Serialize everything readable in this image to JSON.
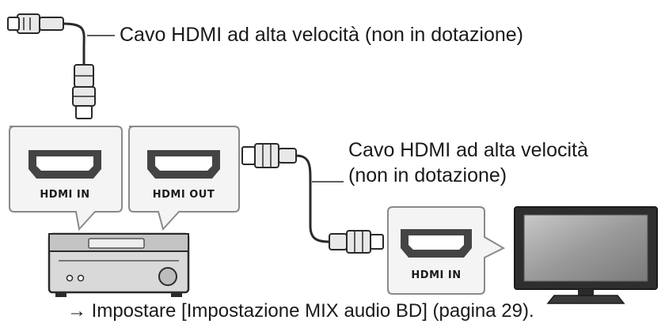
{
  "labels": {
    "cable_top": "Cavo HDMI ad alta velocità (non in dotazione)",
    "cable_right_line1": "Cavo HDMI ad alta velocità",
    "cable_right_line2": "(non in dotazione)",
    "footer": "→ Impostare [Impostazione MIX audio BD] (pagina 29)."
  },
  "ports": {
    "receiver_in": "HDMI IN",
    "receiver_out": "HDMI OUT",
    "tv_in": "HDMI IN"
  },
  "colors": {
    "line": "#2a2a2a",
    "panel_fill": "#f4f4f4",
    "panel_stroke": "#8a8a8a",
    "port_fill": "#444444",
    "device_fill": "#d9d9d9",
    "tv_screen": "#9a9a9a"
  }
}
